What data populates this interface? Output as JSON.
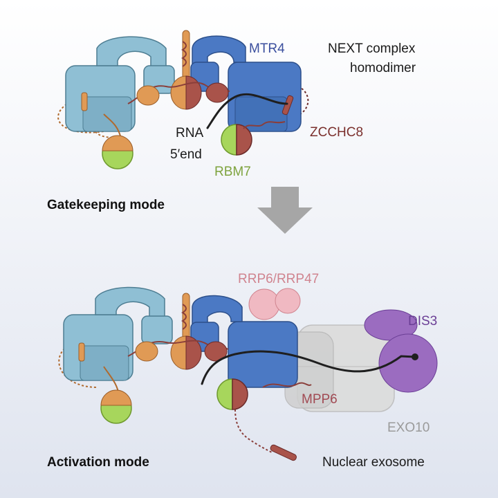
{
  "labels": {
    "mtr4": "MTR4",
    "next_line1": "NEXT complex",
    "next_line2": "homodimer",
    "rna_line1": "RNA",
    "rna_line2": "5′end",
    "zcchc8": "ZCCHC8",
    "rbm7": "RBM7",
    "gatekeeping": "Gatekeeping mode",
    "rrp6": "RRP6/RRP47",
    "dis3": "DIS3",
    "mpp6": "MPP6",
    "exo10": "EXO10",
    "activation": "Activation mode",
    "nuclear_exosome": "Nuclear exosome"
  },
  "colors": {
    "mtr4_light": "#8fbfd4",
    "mtr4_dark": "#4b79c4",
    "zcchc8": "#8a3e3a",
    "orange": "#e09a55",
    "rbm7_green": "#a7d65c",
    "rrp6_pink": "#f0b9c2",
    "dis3_purple": "#9b6cc0",
    "exo10_grey": "#d9d9d9",
    "arrow_grey": "#a6a6a6",
    "mtr4_text": "#3b4f9e",
    "zcchc8_text": "#7a2f2c",
    "rbm7_text": "#7ea33e",
    "rrp6_text": "#d0848f",
    "dis3_text": "#6a3e95",
    "mpp6_text": "#a14a53",
    "exo10_text": "#9a9a9a"
  }
}
